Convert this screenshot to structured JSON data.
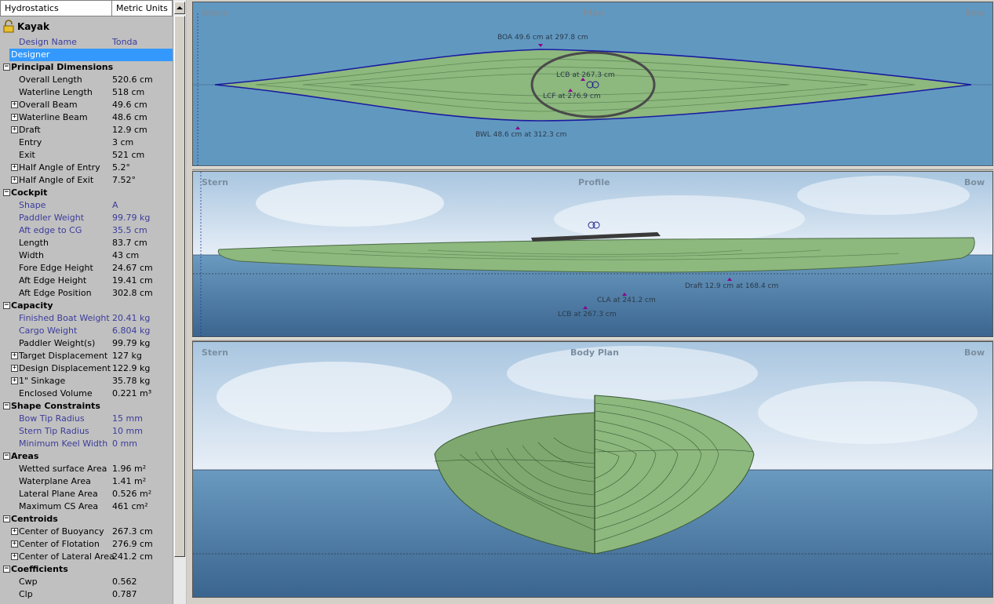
{
  "grid": {
    "header": {
      "col1": "Hydrostatics",
      "col2": "Metric Units"
    },
    "title": "Kayak",
    "rows": [
      {
        "type": "row",
        "name": "Design Name",
        "value": "Tonda",
        "style": "blue"
      },
      {
        "type": "row",
        "name": "Designer",
        "value": "",
        "style": "sel"
      },
      {
        "type": "cat",
        "name": "Principal Dimensions"
      },
      {
        "type": "row",
        "name": "Overall Length",
        "value": "520.6 cm"
      },
      {
        "type": "row",
        "name": "Waterline Length",
        "value": "518 cm"
      },
      {
        "type": "row",
        "name": "Overall Beam",
        "value": "49.6 cm",
        "exp": true
      },
      {
        "type": "row",
        "name": "Waterline Beam",
        "value": "48.6 cm",
        "exp": true
      },
      {
        "type": "row",
        "name": "Draft",
        "value": "12.9 cm",
        "exp": true
      },
      {
        "type": "row",
        "name": "Entry",
        "value": "3 cm"
      },
      {
        "type": "row",
        "name": "Exit",
        "value": "521 cm"
      },
      {
        "type": "row",
        "name": "Half Angle of Entry",
        "value": "5.2°",
        "exp": true
      },
      {
        "type": "row",
        "name": "Half Angle of Exit",
        "value": "7.52°",
        "exp": true
      },
      {
        "type": "cat",
        "name": "Cockpit"
      },
      {
        "type": "row",
        "name": "Shape",
        "value": "A",
        "style": "blue"
      },
      {
        "type": "row",
        "name": "Paddler Weight",
        "value": "99.79 kg",
        "style": "blue"
      },
      {
        "type": "row",
        "name": "Aft edge to CG",
        "value": "35.5 cm",
        "style": "blue"
      },
      {
        "type": "row",
        "name": "Length",
        "value": "83.7 cm"
      },
      {
        "type": "row",
        "name": "Width",
        "value": "43 cm"
      },
      {
        "type": "row",
        "name": "Fore Edge Height",
        "value": "24.67 cm"
      },
      {
        "type": "row",
        "name": "Aft Edge Height",
        "value": "19.41 cm"
      },
      {
        "type": "row",
        "name": "Aft Edge Position",
        "value": "302.8 cm"
      },
      {
        "type": "cat",
        "name": "Capacity"
      },
      {
        "type": "row",
        "name": "Finished Boat Weight",
        "value": "20.41 kg",
        "style": "blue"
      },
      {
        "type": "row",
        "name": "Cargo Weight",
        "value": "6.804 kg",
        "style": "blue"
      },
      {
        "type": "row",
        "name": "Paddler Weight(s)",
        "value": "99.79 kg"
      },
      {
        "type": "row",
        "name": "Target Displacement",
        "value": "127 kg",
        "exp": true
      },
      {
        "type": "row",
        "name": "Design Displacement",
        "value": "122.9 kg",
        "exp": true
      },
      {
        "type": "row",
        "name": "1\" Sinkage",
        "value": "35.78 kg",
        "exp": true
      },
      {
        "type": "row",
        "name": "Enclosed Volume",
        "value": "0.221 m³"
      },
      {
        "type": "cat",
        "name": "Shape Constraints"
      },
      {
        "type": "row",
        "name": "Bow Tip Radius",
        "value": "15 mm",
        "style": "blue"
      },
      {
        "type": "row",
        "name": "Stern Tip Radius",
        "value": "10 mm",
        "style": "blue"
      },
      {
        "type": "row",
        "name": "Minimum Keel Width",
        "value": "0 mm",
        "style": "blue"
      },
      {
        "type": "cat",
        "name": "Areas"
      },
      {
        "type": "row",
        "name": "Wetted surface Area",
        "value": "1.96 m²"
      },
      {
        "type": "row",
        "name": "Waterplane Area",
        "value": "1.41 m²"
      },
      {
        "type": "row",
        "name": "Lateral Plane Area",
        "value": "0.526 m²"
      },
      {
        "type": "row",
        "name": "Maximum CS Area",
        "value": "461 cm²"
      },
      {
        "type": "cat",
        "name": "Centroids"
      },
      {
        "type": "row",
        "name": "Center of Buoyancy",
        "value": "267.3 cm",
        "exp": true
      },
      {
        "type": "row",
        "name": "Center of Flotation",
        "value": "276.9 cm",
        "exp": true
      },
      {
        "type": "row",
        "name": "Center of Lateral Area",
        "value": "241.2 cm",
        "exp": true
      },
      {
        "type": "cat",
        "name": "Coefficients"
      },
      {
        "type": "row",
        "name": "Cwp",
        "value": "0.562"
      },
      {
        "type": "row",
        "name": "Clp",
        "value": "0.787"
      }
    ]
  },
  "plan": {
    "label_stern": "Stern",
    "label_title": "Plan",
    "label_bow": "Bow",
    "boa": "BOA 49.6 cm at 297.8 cm",
    "lcb": "LCB at 267.3 cm",
    "lcf": "LCF at 276.9 cm",
    "bwl": "BWL 48.6 cm at 312.3 cm"
  },
  "profile": {
    "label_stern": "Stern",
    "label_title": "Profile",
    "label_bow": "Bow",
    "draft": "Draft 12.9 cm at 168.4 cm",
    "cla": "CLA at 241.2 cm",
    "lcb": "LCB at 267.3 cm"
  },
  "bodyplan": {
    "label_stern": "Stern",
    "label_title": "Body Plan",
    "label_bow": "Bow"
  },
  "colors": {
    "hull": "#8db87e",
    "water": "#5b8fb8",
    "marker": "#8b008b"
  }
}
